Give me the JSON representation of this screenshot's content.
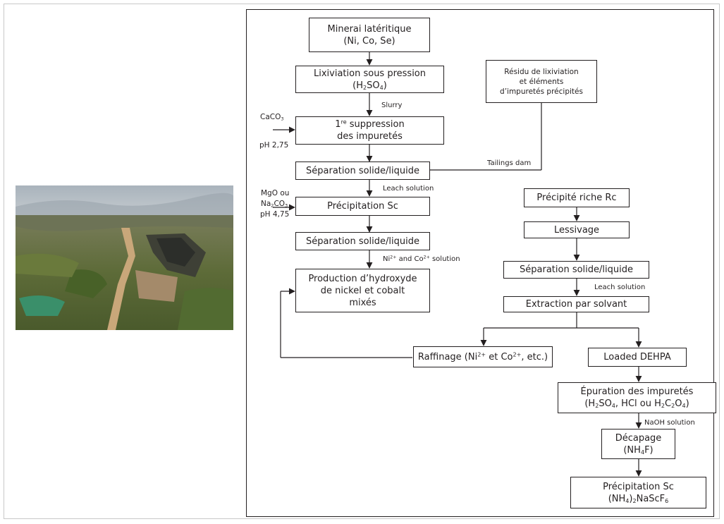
{
  "steps": {
    "minerai": {
      "l1": "Minerai latéritique",
      "l2": "(Ni, Co, Se)"
    },
    "lixiviation": {
      "l1": "Lixiviation sous pression",
      "l2_pre": "(H",
      "l2_sub1": "2",
      "l2_mid": "SO",
      "l2_sub2": "4",
      "l2_post": ")"
    },
    "suppression": {
      "sup_num": "1",
      "sup": "re",
      "l1_post": " suppression",
      "l2": "des impuretés"
    },
    "separation1": "Séparation solide/liquide",
    "precipitation_sc": "Précipitation Sc",
    "separation2": "Séparation solide/liquide",
    "production": {
      "l1": "Production d’hydroxyde",
      "l2": "de nickel et cobalt",
      "l3": "mixés"
    },
    "residu": {
      "l1": "Résidu de lixiviation",
      "l2": "et éléments",
      "l3": "d’impuretés précipités"
    },
    "precipite_riche": "Précipité riche Rc",
    "lessivage": "Lessivage",
    "separation3": "Séparation solide/liquide",
    "extraction": "Extraction par solvant",
    "raffinage": {
      "pre": "Raffinage (Ni",
      "sup1": "2+",
      "mid": " et Co",
      "sup2": "2+",
      "post": ", etc.)"
    },
    "loaded": "Loaded DEHPA",
    "epuration": {
      "l1": "Épuration des impuretés",
      "a": "(H",
      "a1": "2",
      "b": "SO",
      "b1": "4",
      "c": ", HCl ou H",
      "c1": "2",
      "d": "C",
      "d1": "2",
      "e": "O",
      "e1": "4",
      "f": ")"
    },
    "decapage": {
      "l1": "Décapage",
      "a": "(NH",
      "a1": "4",
      "b": "F)"
    },
    "precip_final": {
      "l1": "Précipitation Sc",
      "a": "(NH",
      "a1": "4",
      "b": ")",
      "b1": "2",
      "c": "NaScF",
      "c1": "6"
    }
  },
  "labels": {
    "slurry": "Slurry",
    "tailings": "Tailings dam",
    "leach1": "Leach solution",
    "ni_co": {
      "a": "Ni",
      "a1": "2+",
      "b": " and Co",
      "b1": "2+",
      "c": " solution"
    },
    "leach2": "Leach solution",
    "naoh": "NaOH solution"
  },
  "reagents": {
    "caco3": {
      "a": "CaCO",
      "a1": "3"
    },
    "ph1": "pH 2,75",
    "mgo": "MgO ou",
    "na2co3": {
      "a": "Na",
      "a1": "2",
      "b": "CO",
      "b1": "3"
    },
    "ph2": "pH 4,75"
  }
}
